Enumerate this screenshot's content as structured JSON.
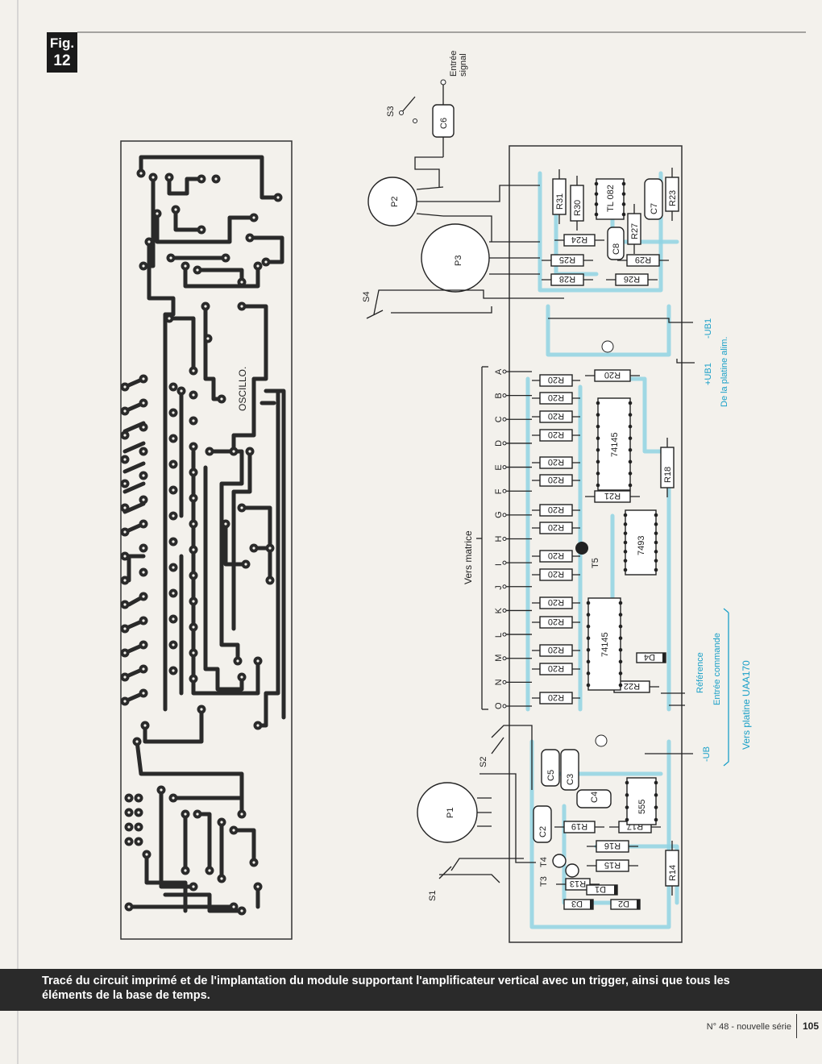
{
  "figure": {
    "label_line1": "Fig.",
    "label_line2": "12"
  },
  "pcb": {
    "board_label": "OSCILLO."
  },
  "layout": {
    "input_label_1": "Entrée",
    "input_label_2": "signal",
    "switches": [
      "S1",
      "S2",
      "S3",
      "S4"
    ],
    "pots": [
      "P1",
      "P2",
      "P3"
    ],
    "ics": [
      "74145",
      "74145",
      "7493",
      "555",
      "TL 082"
    ],
    "transistors": [
      "T3",
      "T4",
      "T5"
    ],
    "vertical_resistors": [
      "R31",
      "R30",
      "R27",
      "R23",
      "R18",
      "R14"
    ],
    "horizontal_resistors": [
      "R24",
      "R25",
      "R28",
      "R29",
      "R26",
      "R20",
      "R21",
      "R22",
      "R17",
      "R16",
      "R15",
      "R19",
      "R13"
    ],
    "r20_count_label": "R20",
    "capacitors": [
      "C2",
      "C3",
      "C4",
      "C5",
      "C6",
      "C7",
      "C8"
    ],
    "diodes": [
      "D1",
      "D2",
      "D3",
      "D4"
    ],
    "matrix_letters": [
      "A",
      "B",
      "C",
      "D",
      "E",
      "F",
      "G",
      "H",
      "I",
      "J",
      "K",
      "L",
      "M",
      "N",
      "O"
    ],
    "matrix_title": "Vers matrice",
    "ub1_plus": "+UB1",
    "ub1_minus": "-UB1",
    "alim_label": "De la platine alim.",
    "ub_minus": "-UB",
    "reference": "Référence",
    "entree_commande": "Entrée commande",
    "uaa_label": "Vers platine UAA170"
  },
  "caption": "Tracé du circuit imprimé et de l'implantation du module supportant l'amplificateur vertical avec un trigger, ainsi que tous les éléments de la base de temps.",
  "footer": {
    "issue": "N° 48 - nouvelle série",
    "page": "105"
  }
}
